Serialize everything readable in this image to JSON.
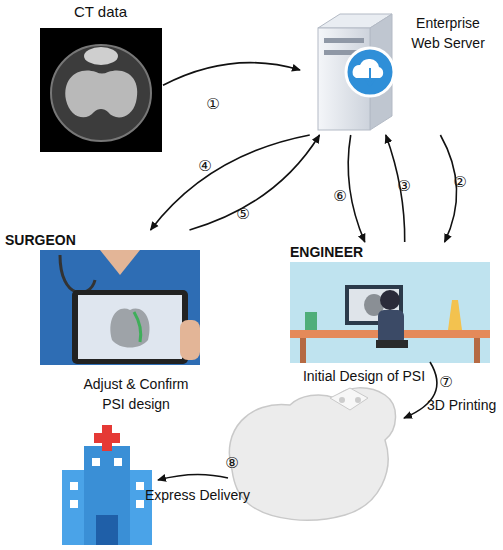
{
  "diagram": {
    "nodes": [
      {
        "text": [
          "CT data"
        ]
      },
      {
        "text": [
          "Enterprise Web Server"
        ]
      },
      {
        "text": [
          "SURGEON",
          "Adjust & Confirm PSI design"
        ]
      },
      {
        "text": [
          "ENGINEER",
          "Initial Design of PSI"
        ]
      }
    ],
    "edges": [
      {
        "from": 0,
        "to": 1,
        "label": "①",
        "arrow": "to"
      },
      {
        "from": 1,
        "to": 3,
        "label": "②",
        "arrow": "to"
      },
      {
        "from": 3,
        "to": 1,
        "label": "③",
        "arrow": "to"
      },
      {
        "from": 1,
        "to": 2,
        "label": "④",
        "arrow": "to"
      },
      {
        "from": 2,
        "to": 1,
        "label": "⑤",
        "arrow": "to"
      },
      {
        "from": 1,
        "to": 3,
        "label": "⑥",
        "arrow": "to"
      }
    ],
    "labels": [
      "⑦",
      "3D Printing",
      "⑧",
      "Express Delivery"
    ]
  }
}
